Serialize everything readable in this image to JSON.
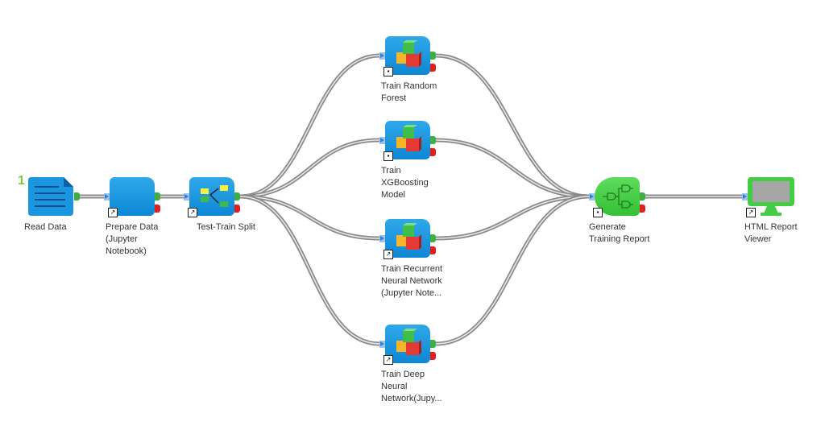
{
  "workflow": {
    "annotation_number": "1",
    "nodes": [
      {
        "id": "read",
        "label": "Read Data",
        "icon": "document-icon"
      },
      {
        "id": "prepare",
        "label": "Prepare Data\n(Jupyter\nNotebook)",
        "icon": "blank-component-icon"
      },
      {
        "id": "split",
        "label": "Test-Train Split",
        "icon": "split-icon"
      },
      {
        "id": "rf",
        "label": "Train Random\nForest",
        "icon": "cubes-icon"
      },
      {
        "id": "xgb",
        "label": "Train\nXGBoosting\nModel",
        "icon": "cubes-icon"
      },
      {
        "id": "rnn",
        "label": "Train Recurrent\nNeural Network\n(Jupyter Note...",
        "icon": "cubes-icon"
      },
      {
        "id": "dnn",
        "label": "Train Deep\nNeural\nNetwork(Jupy...",
        "icon": "cubes-icon"
      },
      {
        "id": "report",
        "label": "Generate\nTraining Report",
        "icon": "logic-gates-icon"
      },
      {
        "id": "viewer",
        "label": "HTML Report\nViewer",
        "icon": "monitor-icon"
      }
    ]
  }
}
